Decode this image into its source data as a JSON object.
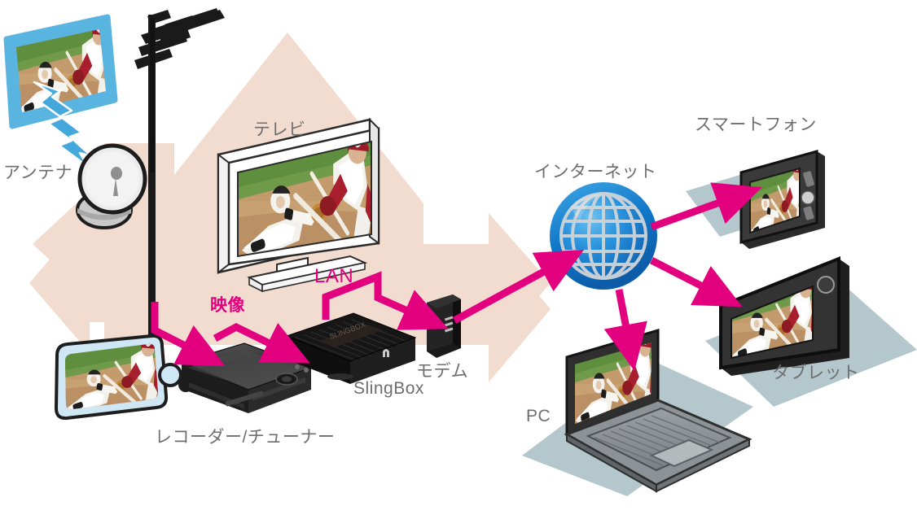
{
  "diagram": {
    "title": "SlingBox home video streaming network diagram",
    "colors": {
      "house_fill": "#f2dccf",
      "arrow_magenta": "#e2007f",
      "label_gray": "#6e6e6e",
      "shadow_blue_gray": "#b3c7cc",
      "globe_blue": "#1b7fd4",
      "globe_rim": "#0f6cbf",
      "signal_blue": "#45a8dd",
      "device_black": "#1e1e1e"
    },
    "labels": {
      "antenna": "アンテナ",
      "television": "テレビ",
      "video_signal": "映像",
      "lan": "LAN",
      "recorder_tuner": "レコーダー/チューナー",
      "slingbox": "SlingBox",
      "modem": "モデム",
      "internet": "インターネット",
      "smartphone": "スマートフォン",
      "tablet": "タブレット",
      "pc": "PC"
    },
    "nodes": [
      {
        "id": "antenna",
        "label": "アンテナ",
        "kind": "satellite-dish"
      },
      {
        "id": "tv-signal",
        "label": "",
        "kind": "broadcast-screen"
      },
      {
        "id": "television",
        "label": "テレビ",
        "kind": "flat-tv"
      },
      {
        "id": "recorder",
        "label": "レコーダー/チューナー",
        "kind": "av-recorder"
      },
      {
        "id": "slingbox",
        "label": "SlingBox",
        "kind": "streaming-box"
      },
      {
        "id": "modem",
        "label": "モデム",
        "kind": "modem"
      },
      {
        "id": "internet",
        "label": "インターネット",
        "kind": "globe"
      },
      {
        "id": "smartphone",
        "label": "スマートフォン",
        "kind": "smartphone"
      },
      {
        "id": "tablet",
        "label": "タブレット",
        "kind": "tablet"
      },
      {
        "id": "pc",
        "label": "PC",
        "kind": "laptop"
      }
    ],
    "connections": [
      {
        "from": "antenna",
        "to": "recorder",
        "label": "映像",
        "style": "magenta-elbow"
      },
      {
        "from": "television",
        "to": "recorder",
        "label": "映像",
        "style": "magenta-elbow"
      },
      {
        "from": "recorder",
        "to": "slingbox",
        "label": "",
        "style": "magenta-elbow"
      },
      {
        "from": "slingbox",
        "to": "modem",
        "label": "LAN",
        "style": "magenta-elbow"
      },
      {
        "from": "modem",
        "to": "internet",
        "label": "",
        "style": "magenta-straight"
      },
      {
        "from": "internet",
        "to": "smartphone",
        "label": "",
        "style": "magenta-straight"
      },
      {
        "from": "internet",
        "to": "tablet",
        "label": "",
        "style": "magenta-straight"
      },
      {
        "from": "internet",
        "to": "pc",
        "label": "",
        "style": "magenta-straight"
      }
    ]
  }
}
